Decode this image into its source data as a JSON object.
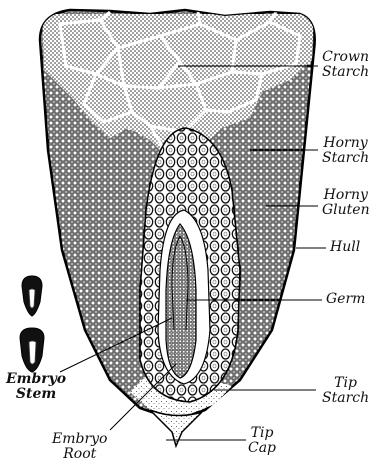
{
  "figure": {
    "labels": {
      "crown_starch": [
        "Crown",
        "Starch"
      ],
      "horny_starch": [
        "Horny",
        "Starch"
      ],
      "horny_gluten": [
        "Horny",
        "Gluten"
      ],
      "hull": "Hull",
      "germ": "Germ",
      "tip_starch": [
        "Tip",
        "Starch"
      ],
      "tip_cap": [
        "Tip",
        "Cap"
      ],
      "embryo_stem": [
        "Embryo",
        "Stem"
      ],
      "embryo_root": [
        "Embryo",
        "Root"
      ]
    }
  }
}
